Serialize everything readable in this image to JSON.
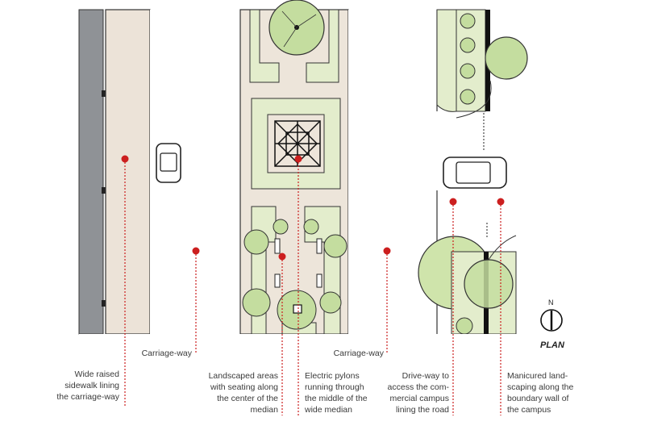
{
  "labels": {
    "sidewalk": "Wide raised\nsidewalk lining\nthe carriage-way",
    "carriage_left": "Carriage-way",
    "carriage_right": "Carriage-way",
    "landscaped": "Landscaped areas\nwith seating along\nthe center of the\nmedian",
    "pylons": "Electric pylons\nrunning through\nthe middle of the\nwide median",
    "driveway": "Drive-way to\naccess the com-\nmercial campus\nlining the road",
    "manicured": "Manicured land-\nscaping along the\nboundary wall of\nthe campus"
  },
  "compass": {
    "north": "N",
    "title": "PLAN"
  },
  "colors": {
    "marker": "#cc1f1f",
    "sidewalk": "#ece3d8",
    "wall": "#8f9296",
    "median": "#ede5da",
    "planting": "#e3edcc",
    "tree": "#c4dd9f",
    "campus_green": "#cfe4ab",
    "ink": "#1a1a1a"
  }
}
